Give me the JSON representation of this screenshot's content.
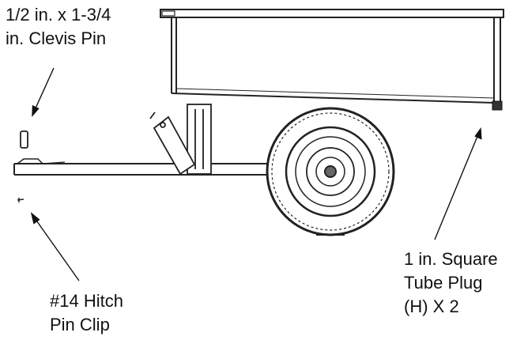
{
  "labels": {
    "clevis_pin": {
      "line1": "1/2 in. x 1-3/4",
      "line2": "in. Clevis Pin"
    },
    "tube_plug": {
      "line1": "1 in. Square",
      "line2": "Tube Plug",
      "line3": "(H) X 2"
    },
    "hitch_clip": {
      "line1": "#14 Hitch",
      "line2": "Pin Clip"
    }
  },
  "colors": {
    "line": "#222222",
    "text": "#111111",
    "background": "#ffffff"
  }
}
